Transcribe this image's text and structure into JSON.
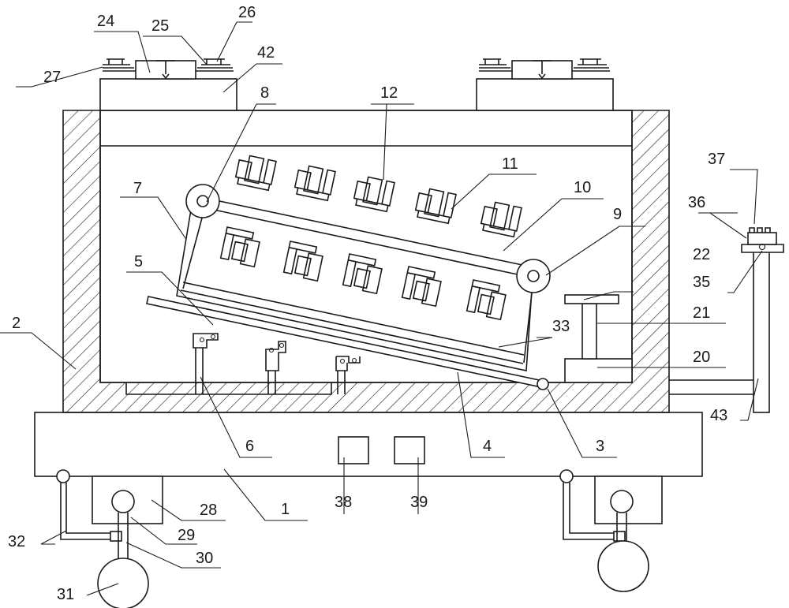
{
  "labels": {
    "l1": "1",
    "l2": "2",
    "l3": "3",
    "l4": "4",
    "l5": "5",
    "l6": "6",
    "l7": "7",
    "l8": "8",
    "l9": "9",
    "l10": "10",
    "l11": "11",
    "l12": "12",
    "l20": "20",
    "l21": "21",
    "l22": "22",
    "l24": "24",
    "l25": "25",
    "l26": "26",
    "l27": "27",
    "l28": "28",
    "l29": "29",
    "l30": "30",
    "l31": "31",
    "l32": "32",
    "l33": "33",
    "l35": "35",
    "l36": "36",
    "l37": "37",
    "l38": "38",
    "l39": "39",
    "l42": "42",
    "l43": "43"
  },
  "colors": {
    "line": "#1a1a1a",
    "background": "#ffffff"
  }
}
